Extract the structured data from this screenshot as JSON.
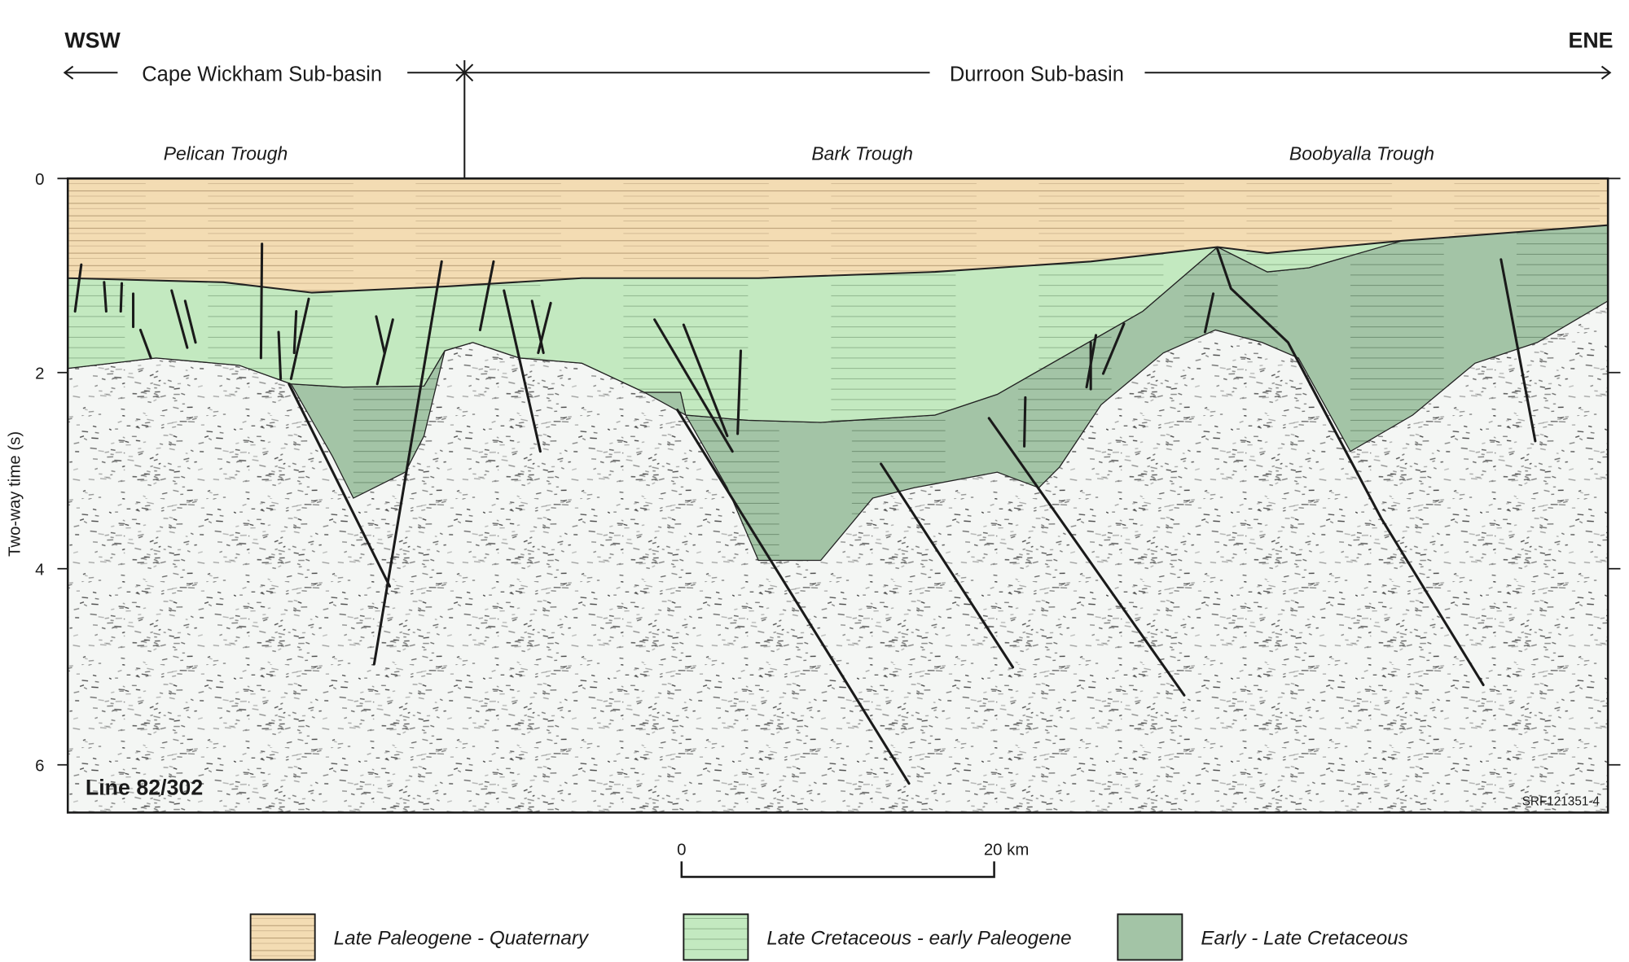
{
  "header": {
    "left_direction": "WSW",
    "right_direction": "ENE",
    "sub_basins": [
      "Cape Wickham Sub-basin",
      "Durroon Sub-basin"
    ],
    "troughs": [
      "Pelican Trough",
      "Bark Trough",
      "Boobyalla Trough"
    ]
  },
  "axis": {
    "label": "Two-way time (s)",
    "ticks": [
      "0",
      "2",
      "4",
      "6"
    ]
  },
  "section": {
    "line_label": "Line 82/302",
    "figure_code": "SRF121351-4"
  },
  "scale_bar": {
    "start": "0",
    "end": "20 km"
  },
  "legend": [
    {
      "label": "Late Paleogene - Quaternary",
      "color": "#f3dcb3"
    },
    {
      "label": "Late Cretaceous - early Paleogene",
      "color": "#c3e9c0"
    },
    {
      "label": "Early - Late Cretaceous",
      "color": "#a3c4a6"
    }
  ]
}
